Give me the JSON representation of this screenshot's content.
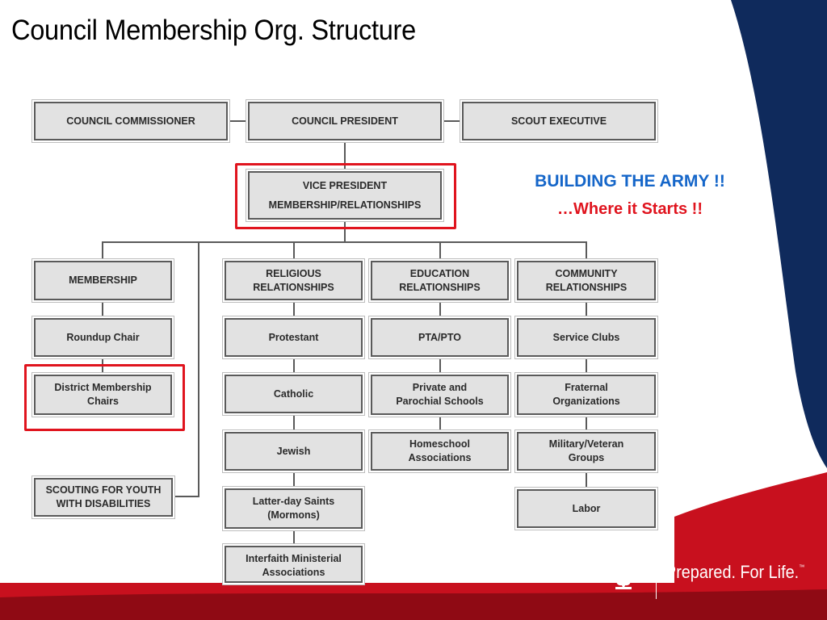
{
  "slide": {
    "title": "Council Membership Org. Structure",
    "callout_line1": "BUILDING THE ARMY !!",
    "callout_line2": "…Where it Starts !!",
    "tagline": "Prepared. For Life.",
    "trademark": "™"
  },
  "org": {
    "council_commissioner": "COUNCIL COMMISSIONER",
    "council_president": "COUNCIL PRESIDENT",
    "scout_executive": "SCOUT EXECUTIVE",
    "vp_line1": "VICE PRESIDENT",
    "vp_line2": "MEMBERSHIP/RELATIONSHIPS",
    "membership": {
      "head": [
        "MEMBERSHIP"
      ],
      "items": [
        [
          "Roundup Chair"
        ],
        [
          "District Membership",
          "Chairs"
        ]
      ],
      "disabilities": [
        "SCOUTING FOR YOUTH",
        "WITH DISABILITIES"
      ]
    },
    "religious": {
      "head": [
        "RELIGIOUS",
        "RELATIONSHIPS"
      ],
      "items": [
        [
          "Protestant"
        ],
        [
          "Catholic"
        ],
        [
          "Jewish"
        ],
        [
          "Latter-day Saints",
          "(Mormons)"
        ],
        [
          "Interfaith Ministerial",
          "Associations"
        ]
      ]
    },
    "education": {
      "head": [
        "EDUCATION",
        "RELATIONSHIPS"
      ],
      "items": [
        [
          "PTA/PTO"
        ],
        [
          "Private and",
          "Parochial Schools"
        ],
        [
          "Homeschool",
          "Associations"
        ]
      ]
    },
    "community": {
      "head": [
        "COMMUNITY",
        "RELATIONSHIPS"
      ],
      "items": [
        [
          "Service Clubs"
        ],
        [
          "Fraternal",
          "Organizations"
        ],
        [
          "Military/Veteran",
          "Groups"
        ],
        [
          "Labor"
        ]
      ]
    }
  },
  "colors": {
    "navy": "#0f2a5c",
    "red": "#c8101e",
    "highlight_red": "#e0141e",
    "callout_blue": "#1566c9"
  }
}
